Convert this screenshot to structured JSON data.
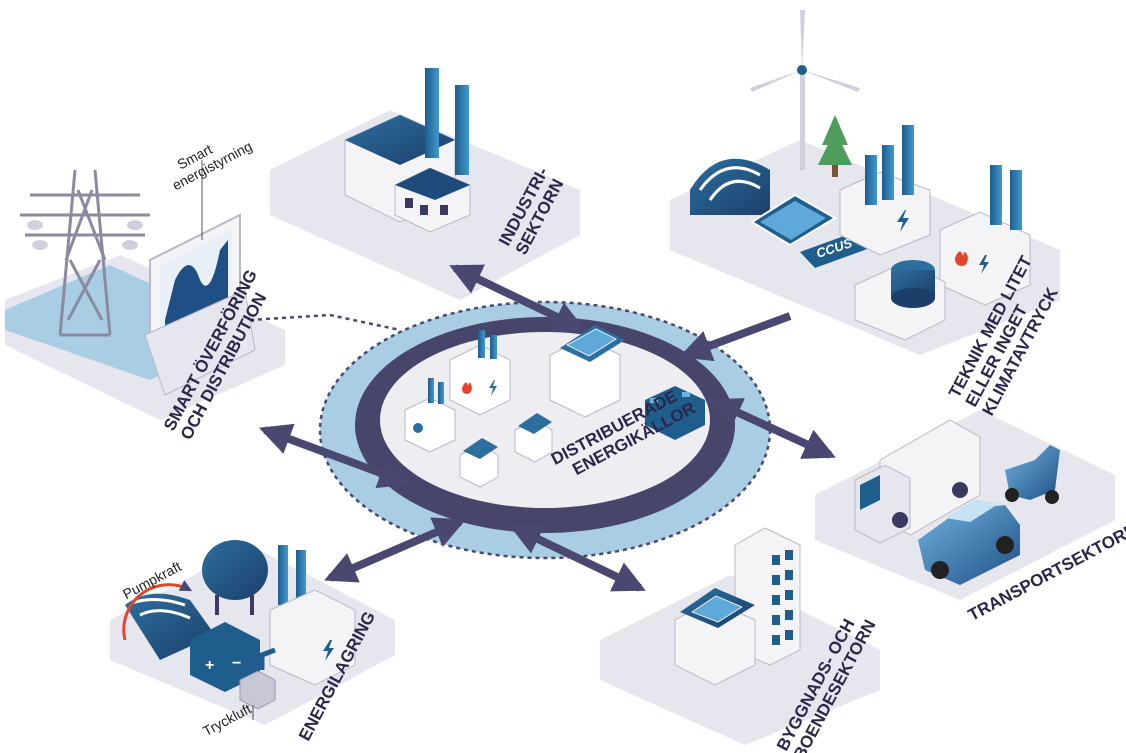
{
  "center": {
    "line1": "DISTRIBUERADE",
    "line2": "ENERGIKÄLLOR"
  },
  "industry": {
    "line1": "INDUSTRI-",
    "line2": "SEKTORN"
  },
  "tech": {
    "line1": "TEKNIK MED LITET",
    "line2": "ELLER INGET",
    "line3": "KLIMATAVTRYCK",
    "ccus": "CCUS"
  },
  "transport": {
    "line1": "TRANSPORTSEKTORN"
  },
  "buildings": {
    "line1": "BYGGNADS- OCH",
    "line2": "BOENDESEKTORN"
  },
  "storage": {
    "line1": "ENERGILAGRING",
    "pump": "Pumpkraft",
    "air": "Tryckluft"
  },
  "grid": {
    "line1": "SMART ÖVERFÖRING",
    "line2": "OCH DISTRIBUTION",
    "mgmt1": "Smart",
    "mgmt2": "energistyrning"
  },
  "colors": {
    "navy": "#3b3960",
    "blue": "#1f5d8c",
    "light": "#e7e7ef",
    "ring": "#5a5a80",
    "accent": "#e2442c"
  }
}
